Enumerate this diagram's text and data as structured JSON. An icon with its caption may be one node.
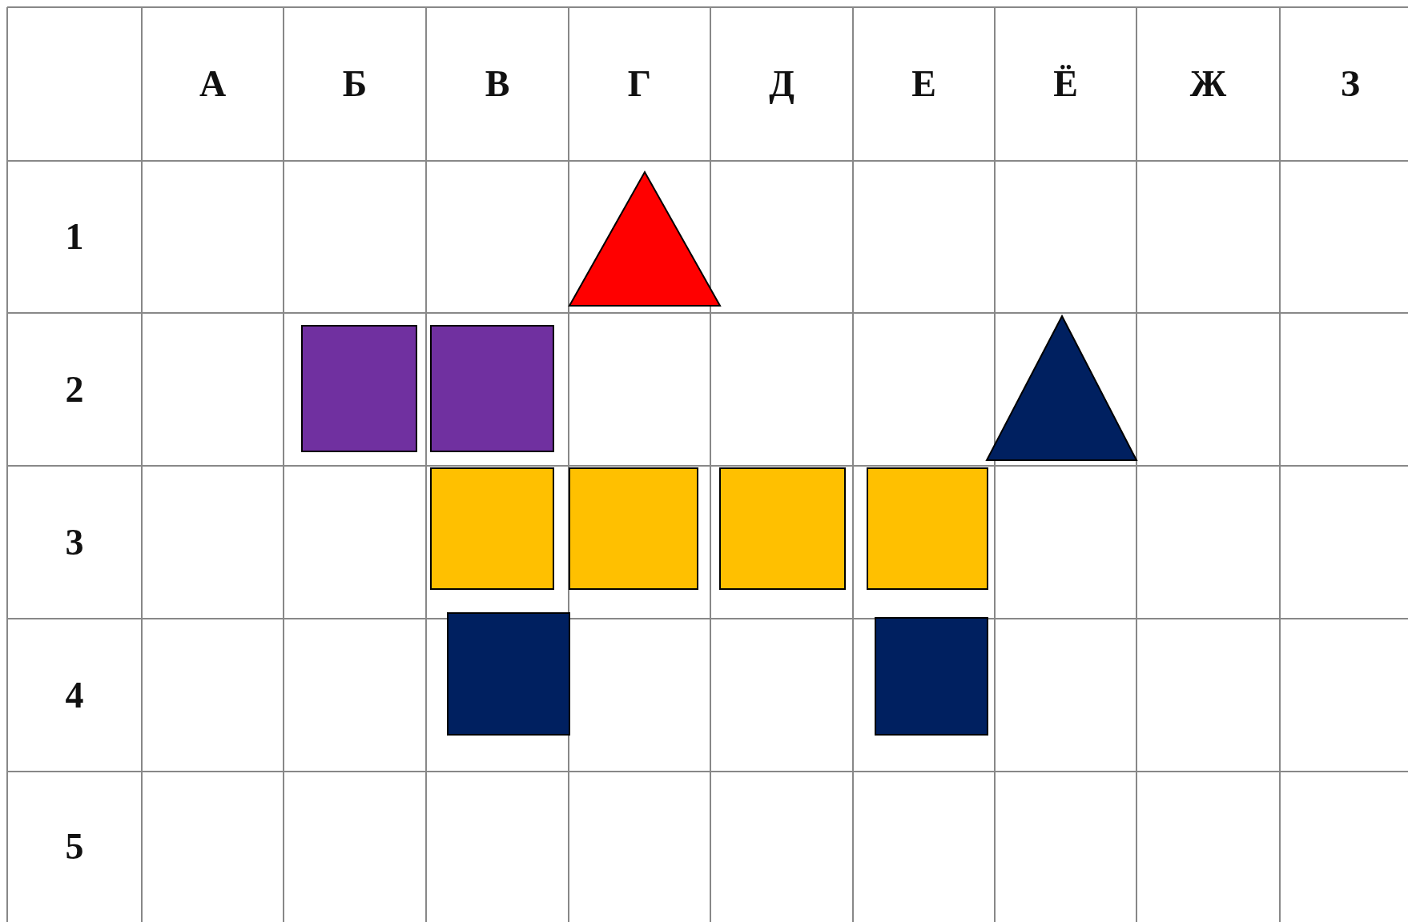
{
  "diagram": {
    "labels": [
      "А",
      "Б",
      "В",
      "Г",
      "Д",
      "Е",
      "Ё",
      "Ж",
      "З",
      "1",
      "2",
      "3",
      "4",
      "5"
    ]
  }
}
